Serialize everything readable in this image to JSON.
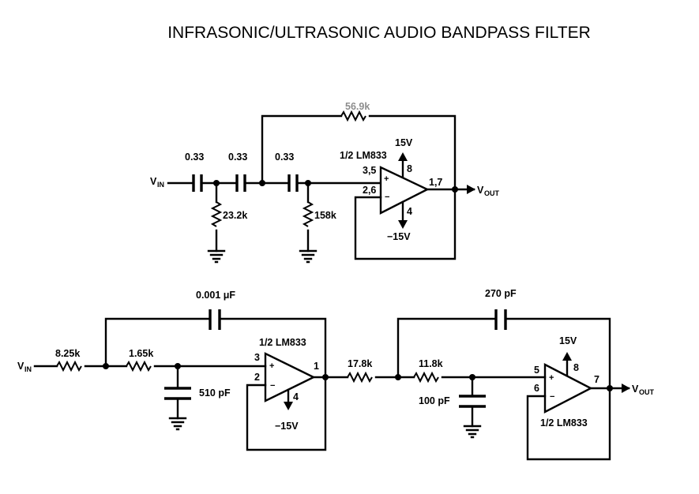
{
  "title": "INFRASONIC/ULTRASONIC AUDIO BANDPASS FILTER",
  "top_circuit": {
    "input_label": "V",
    "input_sub": "IN",
    "cap1": "0.33",
    "cap2": "0.33",
    "cap3": "0.33",
    "res_shunt1": "23.2k",
    "res_shunt2": "158k",
    "res_feedback": "56.9k",
    "opamp": "1/2 LM833",
    "pos_supply": "15V",
    "neg_supply": "−15V",
    "pin_noninv": "3,5",
    "pin_inv": "2,6",
    "pin_out": "1,7",
    "pin_vplus": "8",
    "pin_vminus": "4",
    "output_label": "V",
    "output_sub": "OUT"
  },
  "bottom_circuit": {
    "input_label": "V",
    "input_sub": "IN",
    "res1": "8.25k",
    "res2": "1.65k",
    "cap_feedback1": "0.001 μF",
    "cap_shunt1": "510 pF",
    "opamp1": "1/2 LM833",
    "opamp1_pin_noninv": "3",
    "opamp1_pin_inv": "2",
    "opamp1_pin_out": "1",
    "opamp1_pin_vminus": "4",
    "opamp1_neg_supply": "−15V",
    "res3": "17.8k",
    "res4": "11.8k",
    "cap_feedback2": "270 pF",
    "cap_shunt2": "100 pF",
    "opamp2": "1/2 LM833",
    "opamp2_pos_supply": "15V",
    "opamp2_pin_noninv": "5",
    "opamp2_pin_inv": "6",
    "opamp2_pin_out": "7",
    "opamp2_pin_vplus": "8",
    "output_label": "V",
    "output_sub": "OUT"
  }
}
